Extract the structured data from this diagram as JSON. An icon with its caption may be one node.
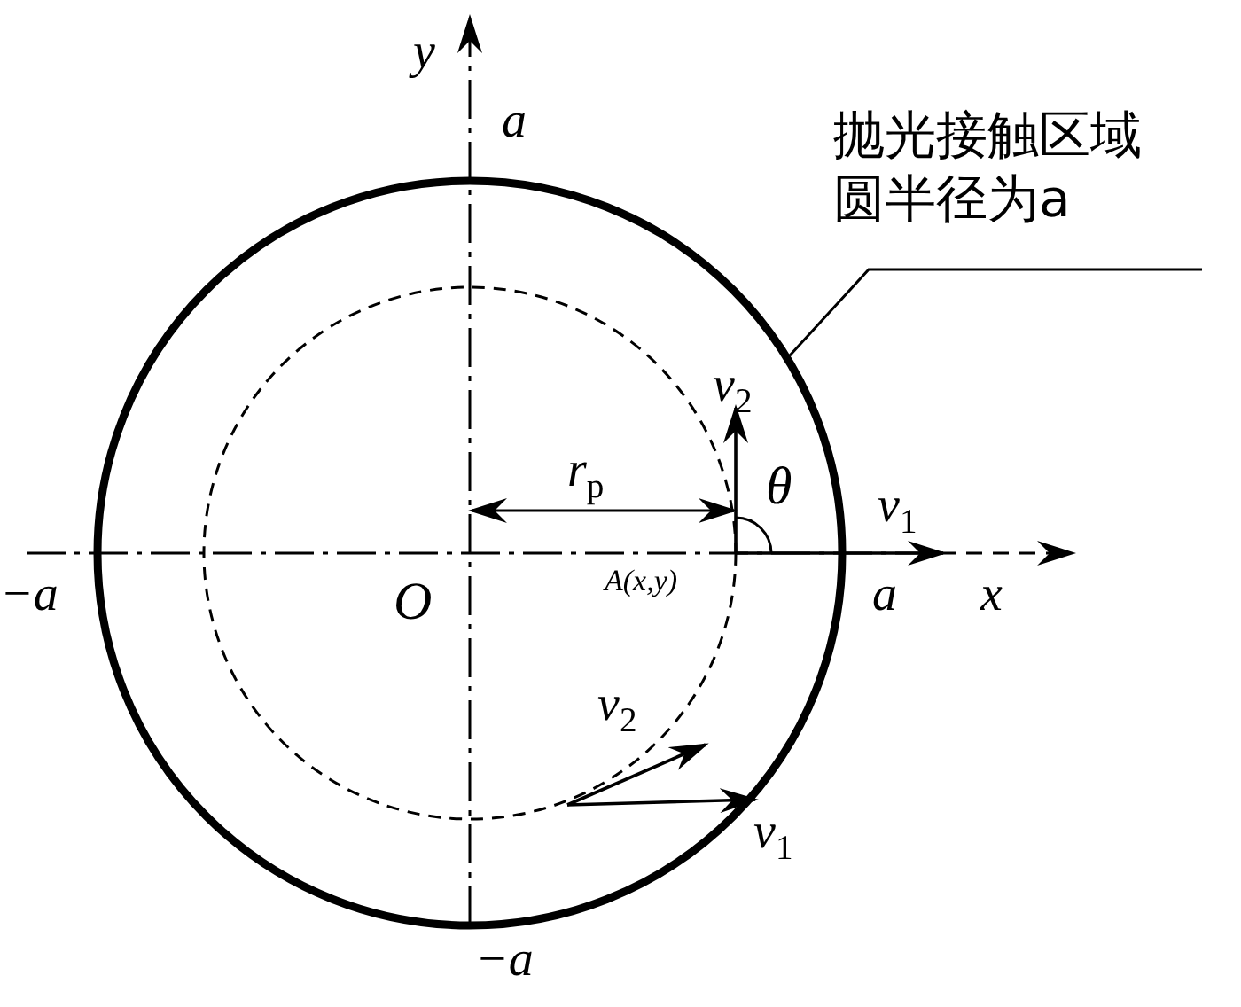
{
  "diagram": {
    "nodes": [
      {
        "text": [
          "抛光接触区域圆半径为a"
        ]
      },
      {
        "text": [],
        "shape": "circle"
      }
    ],
    "edges": [
      {
        "from": 0,
        "to": 1,
        "arrow": "none"
      }
    ],
    "labels": [
      "y",
      "a",
      "v$_{2}$",
      "r$_{p}$",
      "θ",
      "v$_{1}$",
      "−a",
      "O",
      "A(x,y)",
      "a",
      "x",
      "v$_{2}$",
      "v$_{1}$",
      "−a"
    ]
  }
}
